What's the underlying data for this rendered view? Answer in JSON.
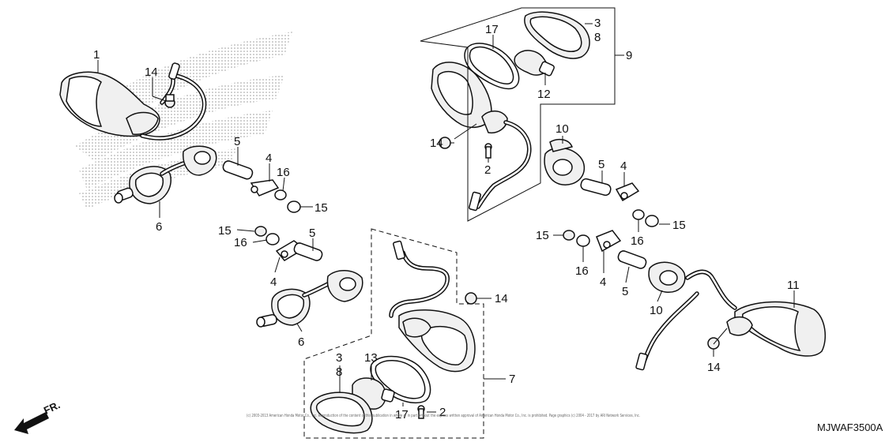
{
  "diagram": {
    "labels": {
      "l1": "1",
      "l14a": "14",
      "l5a": "5",
      "l4a": "4",
      "l16a": "16",
      "l15a": "15",
      "l6a": "6",
      "l15b": "15",
      "l16b": "16",
      "l5b": "5",
      "l4b": "4",
      "l6b": "6",
      "l17a": "17",
      "l3a": "3",
      "l8a": "8",
      "l9": "9",
      "l12": "12",
      "l14b": "14",
      "l2a": "2",
      "l10a": "10",
      "l5c": "5",
      "l4c": "4",
      "l16c": "16",
      "l15c": "15",
      "l15d": "15",
      "l16d": "16",
      "l4d": "4",
      "l5d": "5",
      "l10b": "10",
      "l11": "11",
      "l14c": "14",
      "l14d": "14",
      "l3b": "3",
      "l8b": "8",
      "l13": "13",
      "l17b": "17",
      "l2b": "2",
      "l7": "7"
    },
    "direction_marker": "FR.",
    "part_code": "MJWAF3500A",
    "copyright": "(c) 2003-2013 American Honda Motor Co., Inc. Reproduction of the content of this publication in whole or in part without the express written approval of American Honda Motor Co., Inc. is prohibited.  Page graphics (c) 2004 - 2017 by ARI Network Services, Inc."
  }
}
